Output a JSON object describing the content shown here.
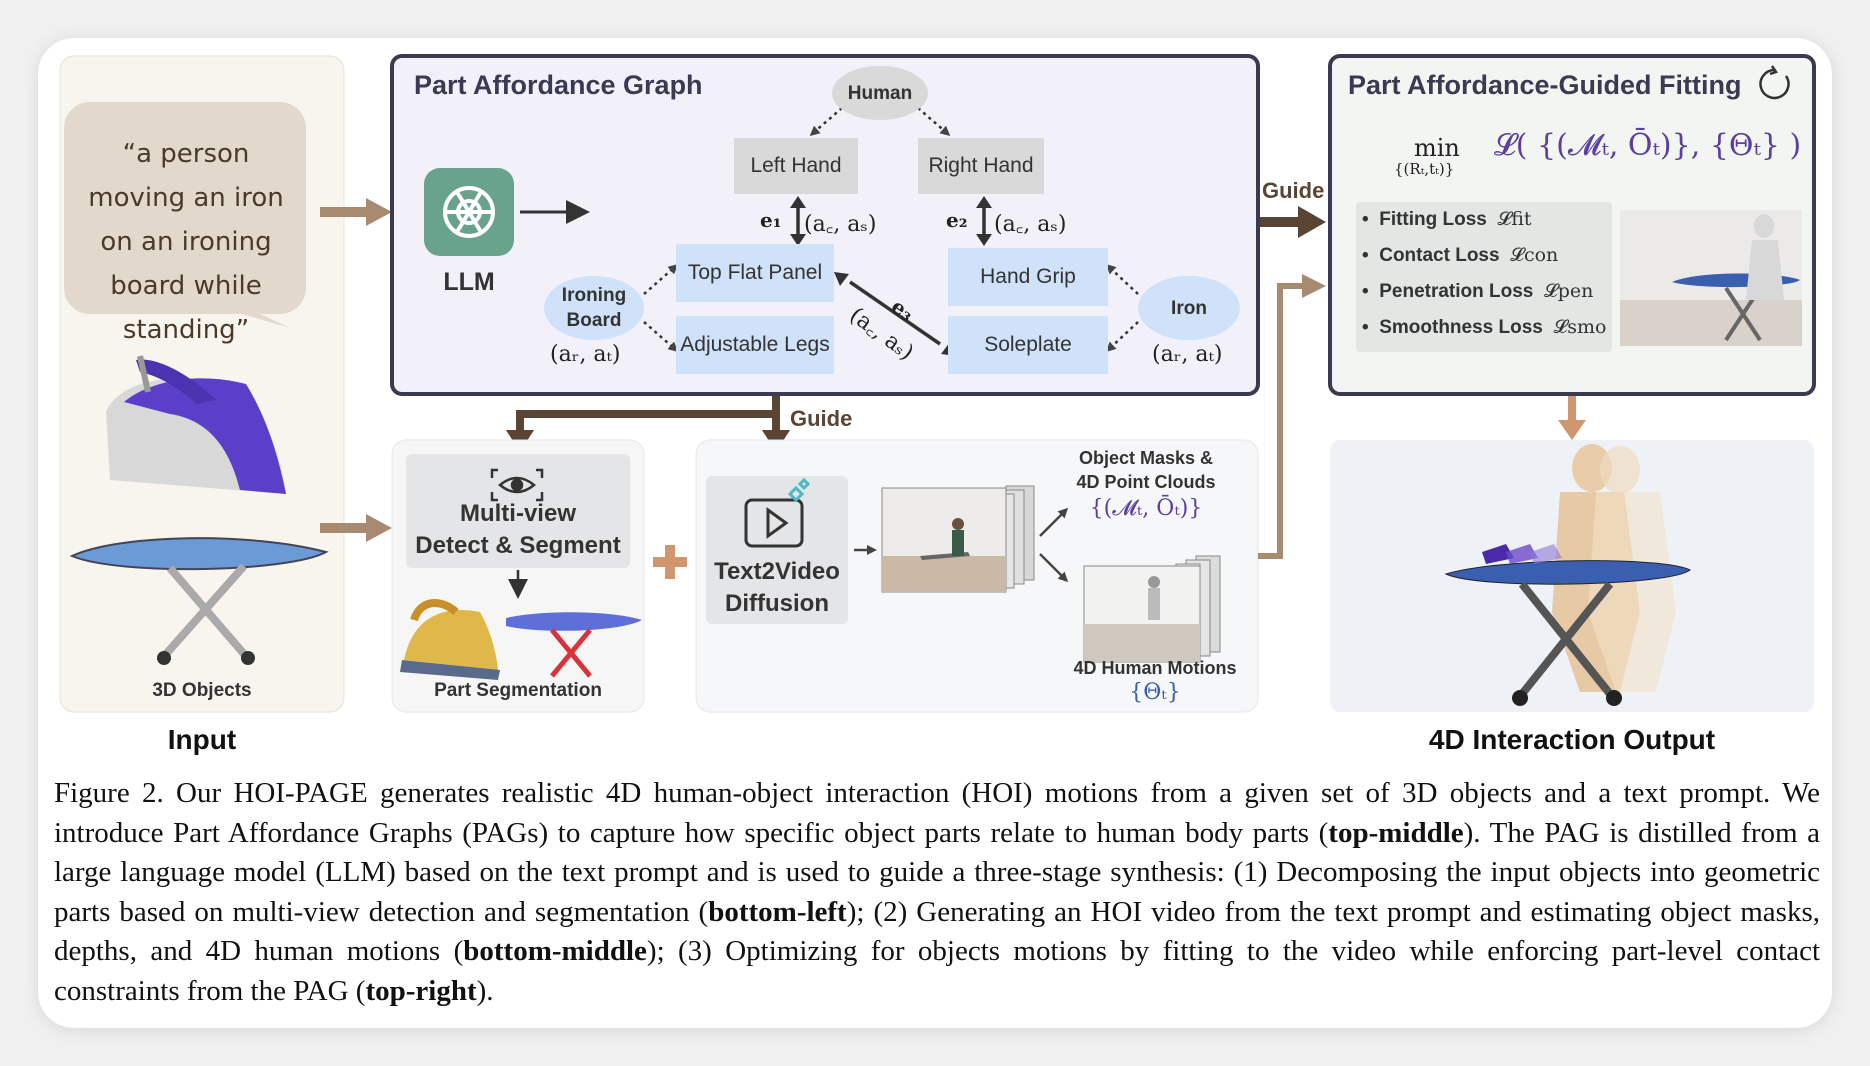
{
  "input": {
    "prompt": "“a person moving an iron on an ironing board while standing”",
    "objects_label": "3D Objects",
    "section_label": "Input"
  },
  "pag": {
    "title": "Part Affordance Graph",
    "llm_label": "LLM",
    "human": "Human",
    "left_hand": "Left Hand",
    "right_hand": "Right Hand",
    "ironing_board": "Ironing Board",
    "iron": "Iron",
    "top_flat_panel": "Top Flat Panel",
    "adjustable_legs": "Adjustable Legs",
    "hand_grip": "Hand Grip",
    "soleplate": "Soleplate",
    "e1_label": "e₁",
    "e2_label": "e₂",
    "e3_label": "e₃",
    "e1_math": "(a꜀, aₛ)",
    "e2_math": "(a꜀, aₛ)",
    "e3_math": "(a꜀, aₛ)",
    "board_math": "(aᵣ, aₜ)",
    "iron_math": "(aᵣ, aₜ)"
  },
  "guide_label_right": "Guide",
  "guide_label_bottom": "Guide",
  "segmentation": {
    "title_line1": "Multi-view",
    "title_line2": "Detect & Segment",
    "part_label": "Part Segmentation"
  },
  "diffusion": {
    "title_line1": "Text2Video",
    "title_line2": "Diffusion",
    "masks_line1": "Object Masks &",
    "masks_line2": "4D Point Clouds",
    "masks_math": "{(𝓜ₜ, Ōₜ)}",
    "motions_label": "4D Human Motions",
    "motions_math": "{Θₜ}"
  },
  "fitting": {
    "title": "Part Affordance-Guided Fitting",
    "objective": "min",
    "objective_sub": "{(Rₜ,tₜ)}",
    "objective_expr": "𝓛( {(𝓜ₜ, Ōₜ)}, {Θₜ} )",
    "losses": [
      {
        "name": "Fitting Loss",
        "symbol": "𝓛fit"
      },
      {
        "name": "Contact Loss",
        "symbol": "𝓛con"
      },
      {
        "name": "Penetration Loss",
        "symbol": "𝓛pen"
      },
      {
        "name": "Smoothness Loss",
        "symbol": "𝓛smo"
      }
    ]
  },
  "output_label": "4D Interaction Output",
  "caption": {
    "p1": "Figure 2. Our HOI-PAGE generates realistic 4D human-object interaction (HOI) motions from a given set of 3D objects and a text prompt. We introduce Part Affordance Graphs (PAGs) to capture how specific object parts relate to human body parts (",
    "b1": "top-middle",
    "p2": "). The PAG is distilled from a large language model (LLM) based on the text prompt and is used to guide a three-stage synthesis: (1) Decomposing the input objects into geometric parts based on multi-view detection and segmentation (",
    "b2": "bottom-left",
    "p3": "); (2) Generating an HOI video from the text prompt and estimating object masks, depths, and 4D human motions (",
    "b3": "bottom-middle",
    "p4": "); (3) Optimizing for objects motions by fitting to the video while enforcing part-level contact constraints from the PAG (",
    "b4": "top-right",
    "p5": ")."
  },
  "colors": {
    "arrow_brown": "#a88a70",
    "guide_dark": "#5a4535",
    "pag_border": "#3a3a52",
    "llm_green": "#6aa38d",
    "node_gray": "#d9d9d9",
    "node_blue": "#cfe2f9",
    "math_blue": "#3a5fb0",
    "math_purple": "#5b3f9c"
  }
}
